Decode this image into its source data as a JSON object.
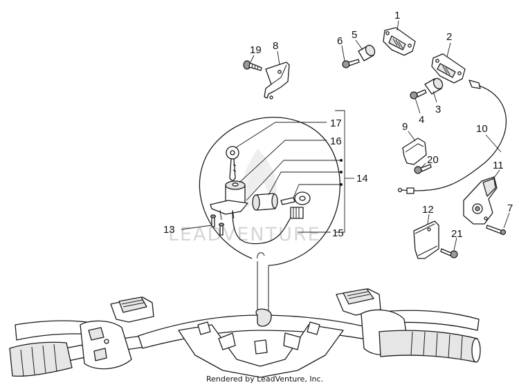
{
  "callouts": [
    {
      "id": "1",
      "label": "1"
    },
    {
      "id": "2",
      "label": "2"
    },
    {
      "id": "3",
      "label": "3"
    },
    {
      "id": "4",
      "label": "4"
    },
    {
      "id": "5",
      "label": "5"
    },
    {
      "id": "6",
      "label": "6"
    },
    {
      "id": "7",
      "label": "7"
    },
    {
      "id": "8",
      "label": "8"
    },
    {
      "id": "9",
      "label": "9"
    },
    {
      "id": "10",
      "label": "10"
    },
    {
      "id": "11",
      "label": "11"
    },
    {
      "id": "12",
      "label": "12"
    },
    {
      "id": "13",
      "label": "13"
    },
    {
      "id": "14",
      "label": "14"
    },
    {
      "id": "15",
      "label": "15"
    },
    {
      "id": "16",
      "label": "16"
    },
    {
      "id": "17",
      "label": "17"
    },
    {
      "id": "19",
      "label": "19"
    },
    {
      "id": "20",
      "label": "20"
    },
    {
      "id": "21",
      "label": "21"
    }
  ],
  "watermark": "LEADVENTURE",
  "footer": "Rendered by LeadVenture, Inc."
}
